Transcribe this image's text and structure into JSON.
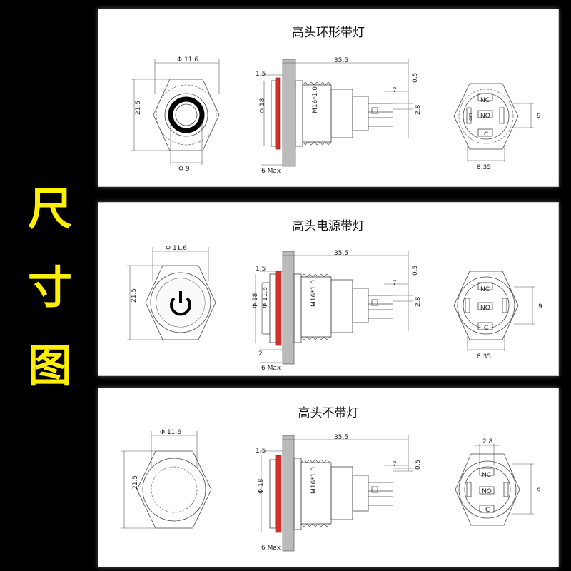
{
  "side_label": [
    "尺",
    "寸",
    "图"
  ],
  "panels": [
    {
      "title": "高头环形带灯",
      "front": {
        "top_dim": "Φ 11.6",
        "left_dim": "21.5",
        "bottom_dim": "Φ 9"
      },
      "side": {
        "total": "35.5",
        "head": "1.5",
        "dia": "Φ 18",
        "thread": "M16*1.0",
        "max": "6 Max",
        "pin": "7",
        "pin_gap": "0.5",
        "pin_w": "2.8"
      },
      "back": {
        "nc": "NC",
        "no": "NO",
        "c": "C",
        "led": "LED",
        "width": "8.35",
        "height": "9"
      }
    },
    {
      "title": "高头电源带灯",
      "front": {
        "top_dim": "Φ 11.6",
        "left_dim": "21.5"
      },
      "side": {
        "total": "35.5",
        "head": "1.5",
        "dia": "Φ 18",
        "dia2": "Φ 11.6",
        "thread": "M16*1.0",
        "max": "6 Max",
        "pin": "7",
        "pin_gap": "0.5",
        "pin_w": "2.8",
        "foot": "2"
      },
      "back": {
        "nc": "NC",
        "no": "NO",
        "c": "C",
        "width": "8.35",
        "height": "9"
      }
    },
    {
      "title": "高头不带灯",
      "front": {
        "top_dim": "Φ 11.6",
        "left_dim": "21.5"
      },
      "side": {
        "total": "35.5",
        "head": "1.5",
        "dia": "Φ 18",
        "thread": "M16*1.0",
        "max": "6 Max",
        "pin": "7",
        "pin_gap": "0.5"
      },
      "back": {
        "nc": "NC",
        "no": "NO",
        "c": "C",
        "pin_w": "2.8",
        "height": "9"
      }
    }
  ]
}
